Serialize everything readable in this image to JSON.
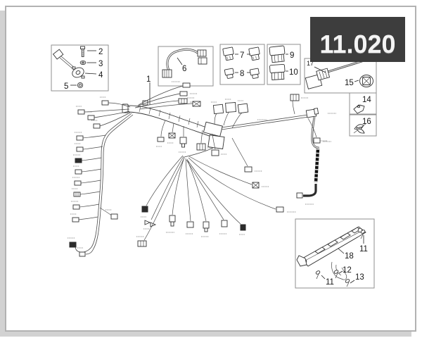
{
  "page": {
    "background": "#ffffff",
    "border_color": "#b2b2b2",
    "shadow_color": "#d2d2d2",
    "line_color": "#4a4a4a"
  },
  "header": {
    "code": "11.020",
    "bg": "#3d3d3d",
    "fg": "#f4f4f4"
  },
  "callouts": {
    "c1": {
      "label": "1"
    },
    "c2": {
      "label": "2"
    },
    "c3": {
      "label": "3"
    },
    "c4": {
      "label": "4"
    },
    "c5": {
      "label": "5"
    },
    "c6": {
      "label": "6"
    },
    "c7": {
      "label": "7"
    },
    "c8": {
      "label": "8"
    },
    "c9": {
      "label": "9"
    },
    "c10": {
      "label": "10"
    },
    "c11": {
      "label": "11"
    },
    "c12": {
      "label": "12"
    },
    "c13": {
      "label": "13"
    },
    "c14": {
      "label": "14"
    },
    "c15": {
      "label": "15"
    },
    "c16": {
      "label": "16"
    },
    "c17": {
      "label": "17"
    },
    "c18": {
      "label": "18"
    }
  }
}
